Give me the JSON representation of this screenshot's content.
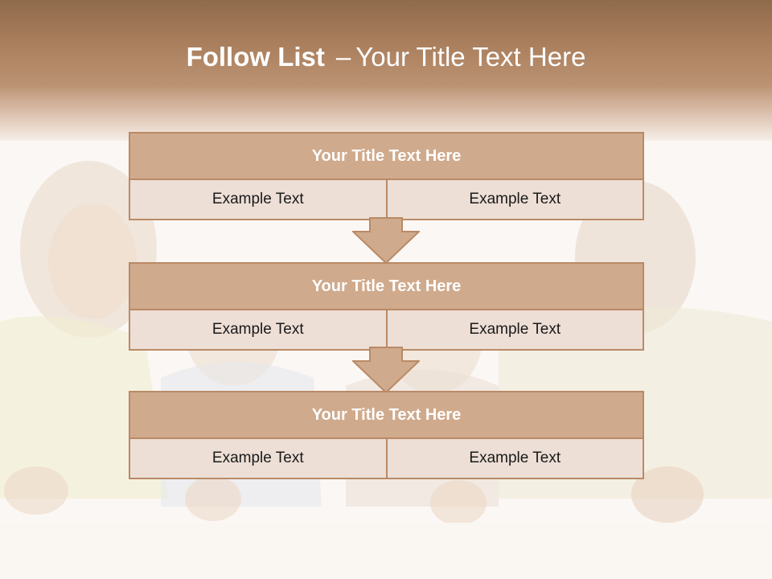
{
  "slide": {
    "title_bold": "Follow List",
    "title_sep": "–",
    "title_rest": "Your Title Text Here"
  },
  "steps": [
    {
      "title": "Your Title Text Here",
      "left": "Example Text",
      "right": "Example Text"
    },
    {
      "title": "Your Title Text Here",
      "left": "Example Text",
      "right": "Example Text"
    },
    {
      "title": "Your Title Text Here",
      "left": "Example Text",
      "right": "Example Text"
    }
  ],
  "colors": {
    "header_top": "#8f6a4c",
    "block_head": "#d0aa8c",
    "block_row": "#eddfd6",
    "border": "#b98a66",
    "arrow_fill": "#d0aa8c"
  }
}
